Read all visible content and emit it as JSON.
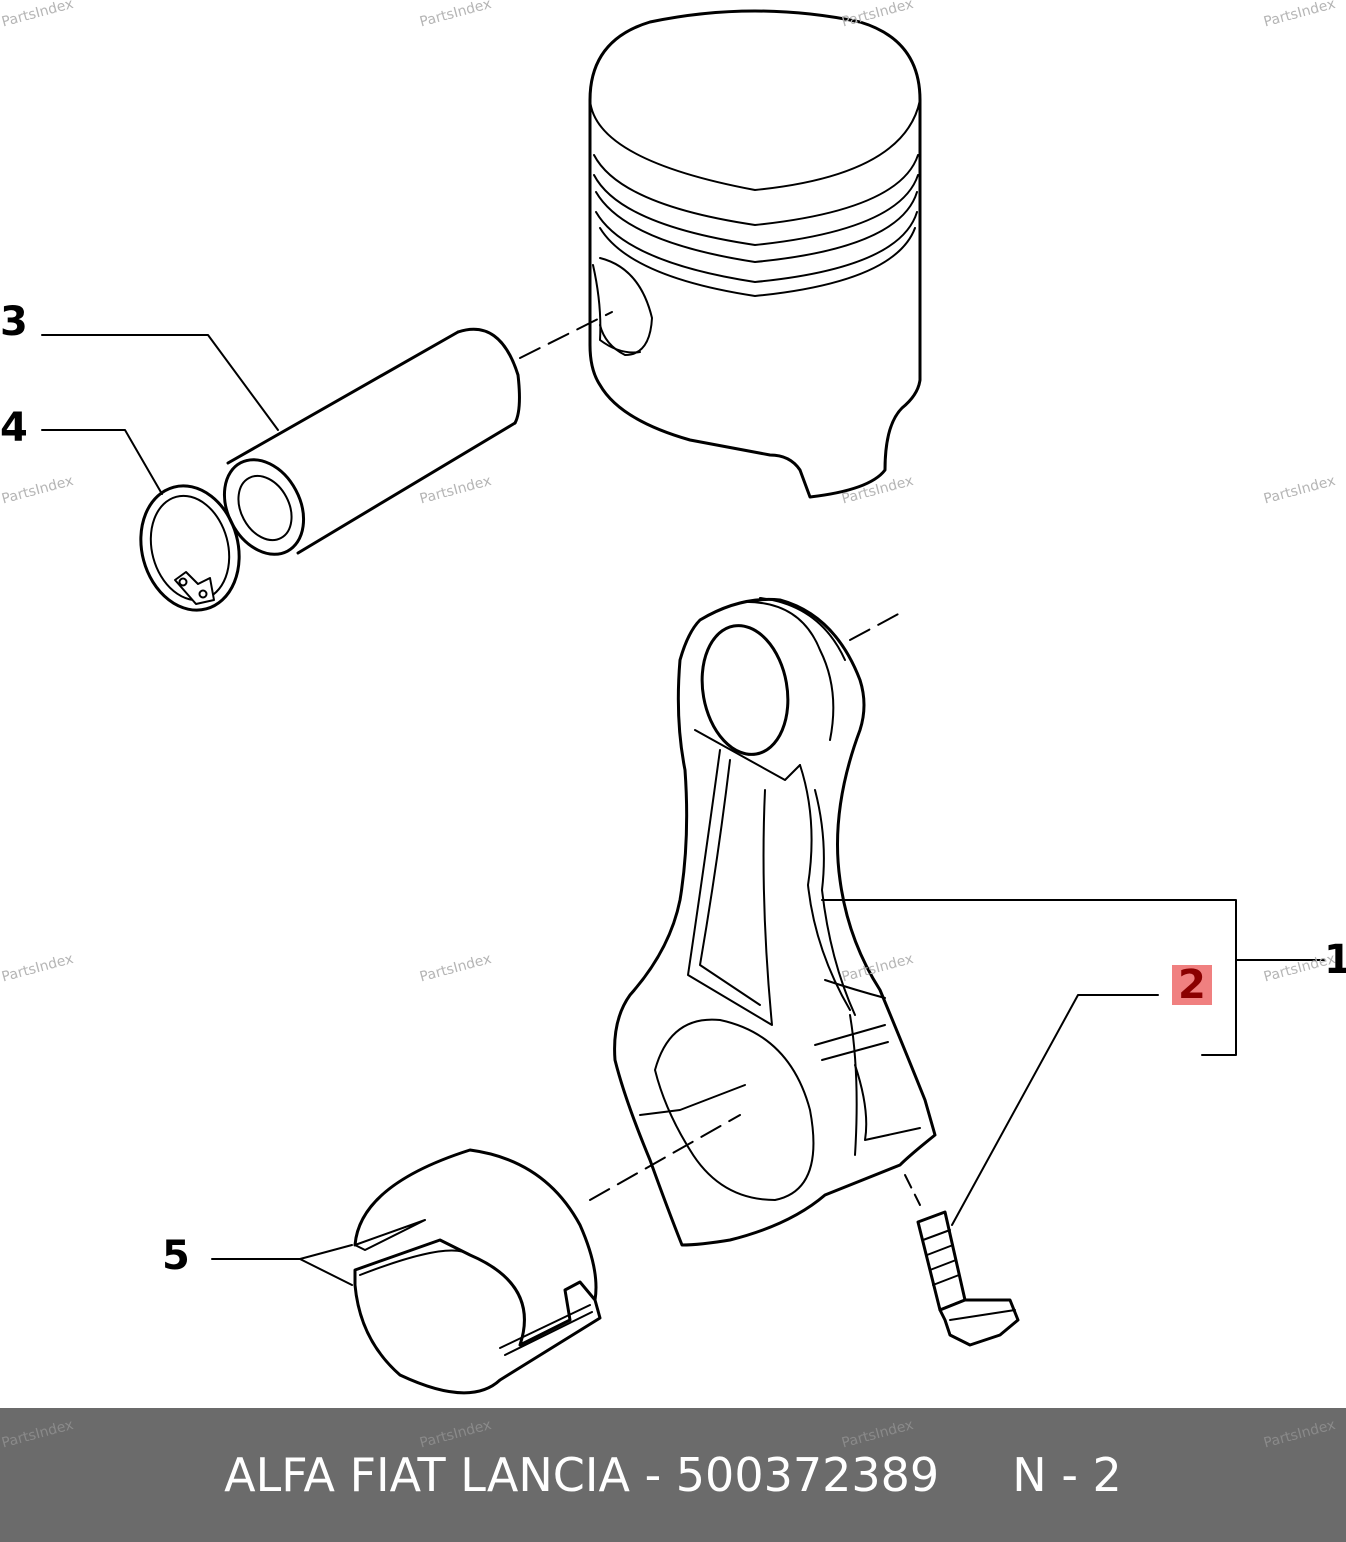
{
  "callouts": [
    {
      "id": "1",
      "label": "1",
      "highlighted": false
    },
    {
      "id": "2",
      "label": "2",
      "highlighted": true
    },
    {
      "id": "3",
      "label": "3",
      "highlighted": false
    },
    {
      "id": "4",
      "label": "4",
      "highlighted": false
    },
    {
      "id": "5",
      "label": "5",
      "highlighted": false
    }
  ],
  "parts": [
    "piston",
    "piston-pin",
    "snap-ring",
    "connecting-rod",
    "rod-bolt",
    "bearing-shell"
  ],
  "watermark": "PartsIndex",
  "footer": {
    "brand": "ALFA FIAT LANCIA",
    "separator": " - ",
    "part_number": "500372389",
    "position": "N - 2",
    "full": "ALFA FIAT LANCIA - 500372389     N - 2"
  },
  "colors": {
    "footer_bg": "#6b6b6b",
    "footer_text": "#ffffff",
    "highlight_bg": "#f08080",
    "highlight_text": "#8b0000",
    "line": "#000000",
    "watermark": "#b5b5b5"
  }
}
